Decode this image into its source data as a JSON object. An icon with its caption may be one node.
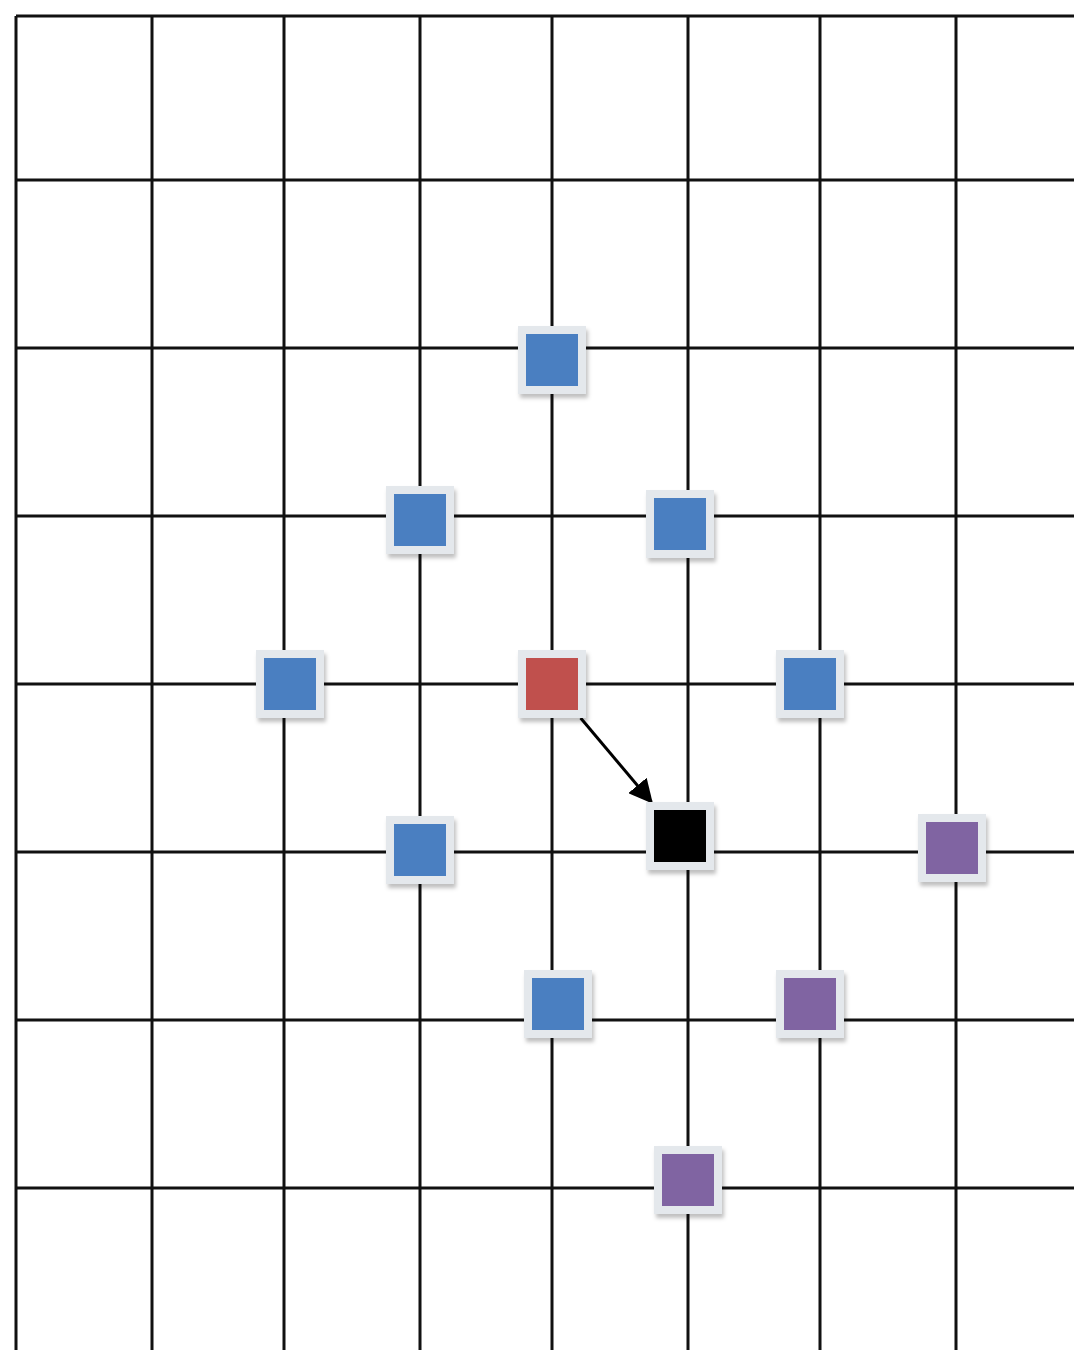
{
  "diagram": {
    "nodes": [
      {
        "text": [],
        "shape": "box"
      },
      {
        "text": [],
        "shape": "box"
      },
      {
        "text": [],
        "shape": "box"
      },
      {
        "text": [],
        "shape": "box"
      },
      {
        "text": [],
        "shape": "box"
      },
      {
        "text": [],
        "shape": "box"
      },
      {
        "text": [],
        "shape": "box"
      },
      {
        "text": [],
        "shape": "box"
      },
      {
        "text": [],
        "shape": "box"
      },
      {
        "text": [],
        "shape": "box"
      },
      {
        "text": [],
        "shape": "box"
      },
      {
        "text": [],
        "shape": "box"
      }
    ],
    "edges": [
      {
        "from": 4,
        "to": 7,
        "arrow": "to"
      }
    ]
  }
}
